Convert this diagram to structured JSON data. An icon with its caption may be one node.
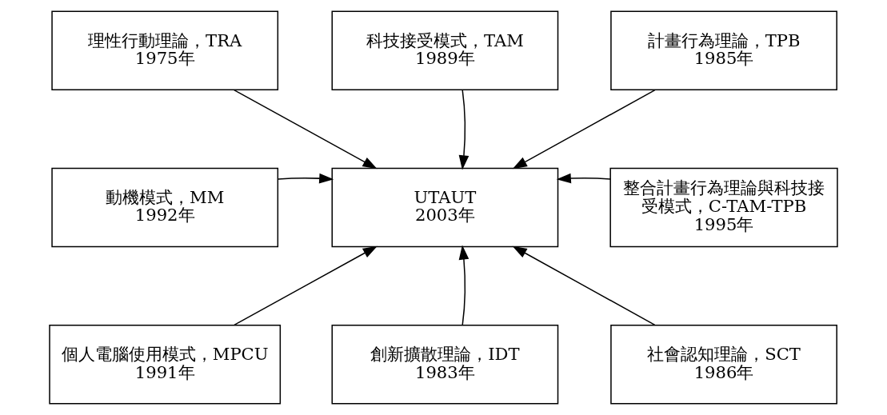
{
  "diagram": {
    "nodes": [
      {
        "text": [
          "理性行動理論，TRA",
          "1975年"
        ]
      },
      {
        "text": [
          "科技接受模式，TAM",
          "1989年"
        ]
      },
      {
        "text": [
          "計畫行為理論，TPB",
          "1985年"
        ]
      },
      {
        "text": [
          "動機模式，MM",
          "1992年"
        ]
      },
      {
        "text": [
          "UTAUT",
          "2003年"
        ]
      },
      {
        "text": [
          "整合計畫行為理論與科技接受模式，C-TAM-TPB",
          "1995年"
        ]
      },
      {
        "text": [
          "個人電腦使用模式，MPCU",
          "1991年"
        ]
      },
      {
        "text": [
          "創新擴散理論，IDT",
          "1983年"
        ]
      },
      {
        "text": [
          "社會認知理論，SCT",
          "1986年"
        ]
      }
    ],
    "edges": [
      {
        "from": 0,
        "to": 4,
        "arrow": "to"
      },
      {
        "from": 1,
        "to": 4,
        "arrow": "to"
      },
      {
        "from": 2,
        "to": 4,
        "arrow": "to"
      },
      {
        "from": 3,
        "to": 4,
        "arrow": "to"
      },
      {
        "from": 5,
        "to": 4,
        "arrow": "to"
      },
      {
        "from": 6,
        "to": 4,
        "arrow": "to"
      },
      {
        "from": 7,
        "to": 4,
        "arrow": "to"
      },
      {
        "from": 8,
        "to": 4,
        "arrow": "to"
      }
    ]
  }
}
